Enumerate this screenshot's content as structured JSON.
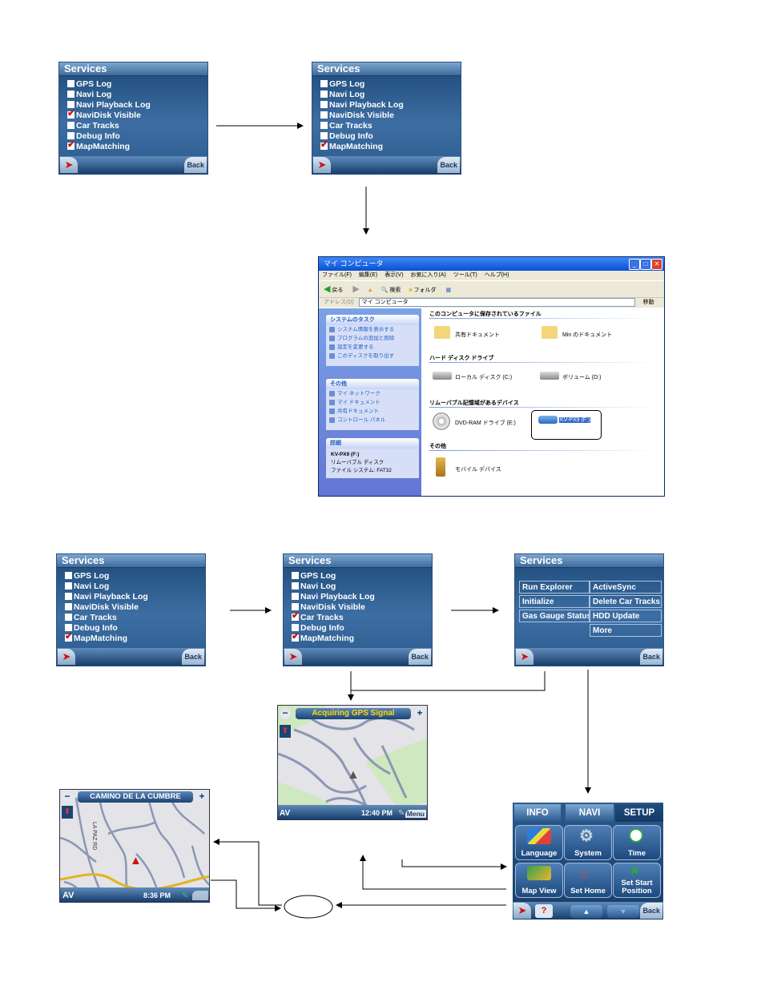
{
  "services_panels": [
    {
      "title": "Services",
      "items": [
        {
          "label": "GPS Log",
          "checked": false
        },
        {
          "label": "Navi Log",
          "checked": false
        },
        {
          "label": "Navi Playback Log",
          "checked": false
        },
        {
          "label": "NaviDisk Visible",
          "checked": true
        },
        {
          "label": "Car Tracks",
          "checked": false
        },
        {
          "label": "Debug Info",
          "checked": false
        },
        {
          "label": "MapMatching",
          "checked": true
        }
      ],
      "back_label": "Back"
    },
    {
      "title": "Services",
      "items": [
        {
          "label": "GPS Log",
          "checked": false
        },
        {
          "label": "Navi Log",
          "checked": false
        },
        {
          "label": "Navi Playback Log",
          "checked": false
        },
        {
          "label": "NaviDisk Visible",
          "checked": false
        },
        {
          "label": "Car Tracks",
          "checked": false
        },
        {
          "label": "Debug Info",
          "checked": false
        },
        {
          "label": "MapMatching",
          "checked": true
        }
      ],
      "back_label": "Back"
    },
    {
      "title": "Services",
      "items": [
        {
          "label": "GPS Log",
          "checked": false
        },
        {
          "label": "Navi Log",
          "checked": false
        },
        {
          "label": "Navi Playback Log",
          "checked": false
        },
        {
          "label": "NaviDisk Visible",
          "checked": false
        },
        {
          "label": "Car Tracks",
          "checked": false
        },
        {
          "label": "Debug Info",
          "checked": false
        },
        {
          "label": "MapMatching",
          "checked": true
        }
      ],
      "back_label": "Back"
    },
    {
      "title": "Services",
      "items": [
        {
          "label": "GPS Log",
          "checked": false
        },
        {
          "label": "Navi Log",
          "checked": false
        },
        {
          "label": "Navi Playback Log",
          "checked": false
        },
        {
          "label": "NaviDisk Visible",
          "checked": false
        },
        {
          "label": "Car Tracks",
          "checked": true
        },
        {
          "label": "Debug Info",
          "checked": false
        },
        {
          "label": "MapMatching",
          "checked": true
        }
      ],
      "back_label": "Back"
    }
  ],
  "services_menu": {
    "title": "Services",
    "buttons": [
      "Run Explorer",
      "ActiveSync",
      "Initialize",
      "Delete Car Tracks",
      "Gas Gauge Status",
      "HDD Update",
      "More"
    ],
    "back_label": "Back"
  },
  "explorer": {
    "title": "マイ コンピュータ",
    "menu": [
      "ファイル(F)",
      "編集(E)",
      "表示(V)",
      "お気に入り(A)",
      "ツール(T)",
      "ヘルプ(H)"
    ],
    "toolbar": [
      "戻る",
      "検索",
      "フォルダ"
    ],
    "address_label": "アドレス(D)",
    "address_value": "マイ コンピュータ",
    "go_label": "移動",
    "tasks_title": "システムのタスク",
    "tasks": [
      "システム情報を表示する",
      "プログラムの追加と削除",
      "設定を変更する",
      "このディスクを取り出す"
    ],
    "other_title": "その他",
    "other": [
      "マイ ネットワーク",
      "マイ ドキュメント",
      "共有ドキュメント",
      "コントロール パネル"
    ],
    "detail_title": "詳細",
    "detail_name": "KV-PX9 (F:)",
    "detail_type": "リムーバブル ディスク",
    "detail_fs": "ファイル システム: FAT32",
    "sections": [
      "このコンピュータに保存されているファイル",
      "ハード ディスク ドライブ",
      "リムーバブル記憶域があるデバイス",
      "その他"
    ],
    "files": [
      "共有ドキュメント",
      "Min のドキュメント"
    ],
    "drives": [
      "ローカル ディスク (C:)",
      "ボリューム (D:)"
    ],
    "removable": [
      "DVD-RAM ドライブ (E:)",
      "KV-PX9 (F:)"
    ],
    "others": [
      "モバイル デバイス"
    ]
  },
  "gps_map": {
    "title": "Acquiring GPS Signal",
    "av_label": "AV",
    "time": "12:40 PM",
    "menu_label": "Menu"
  },
  "street_map": {
    "title": "CAMINO DE LA CUMBRE",
    "street_vertical": "LA PAZ RD",
    "av_label": "AV",
    "time": "8:36 PM"
  },
  "setup_menu": {
    "tabs": [
      "INFO",
      "NAVI",
      "SETUP"
    ],
    "buttons": [
      "Language",
      "System",
      "Time",
      "Map View",
      "Set Home",
      "Set Start Position"
    ],
    "back_label": "Back"
  },
  "colors": {
    "panel_blue": "#2b5a8d",
    "check_red": "#d01010",
    "gps_title_yellow": "#ffd800",
    "map_green": "#cfe8bf"
  }
}
